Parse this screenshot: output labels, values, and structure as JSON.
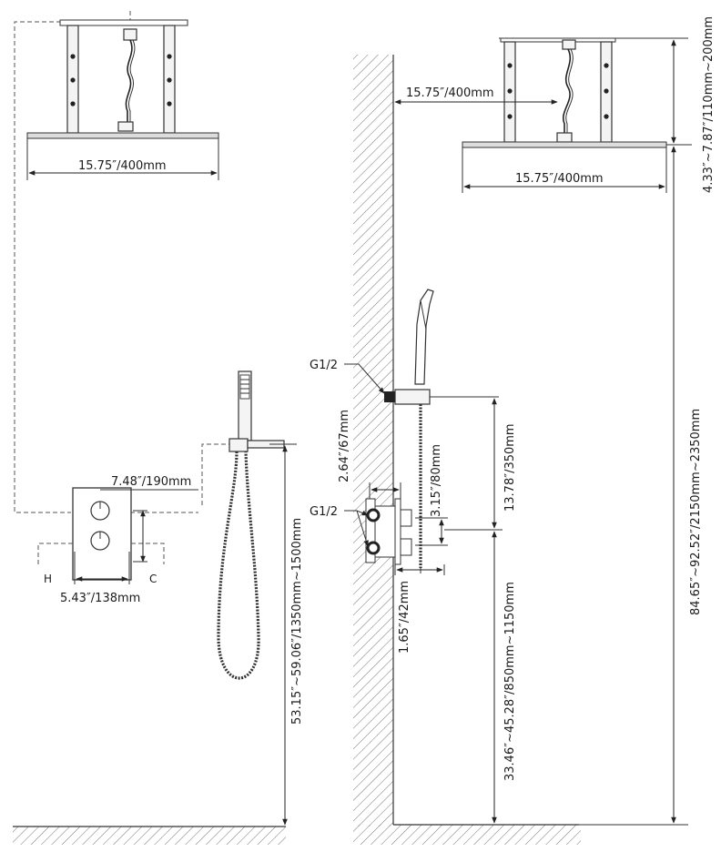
{
  "labels": {
    "left_head_width": "15.75″/400mm",
    "valve_width": "7.48″/190mm",
    "valve_spacing": "5.43″/138mm",
    "hot": "H",
    "cold": "C",
    "valve_height": "53.15″~59.06″/1350mm~1500mm",
    "right_arm_length": "15.75″/400mm",
    "right_head_width": "15.75″/400mm",
    "ceiling_drop": "4.33″~7.87″/110mm~200mm",
    "total_height": "84.65″~92.52″/2150mm~2350mm",
    "g_upper": "G1/2",
    "g_lower": "G1/2",
    "wall_outlet_depth": "2.64″/67mm",
    "outlet_to_valve": "13.78″/350mm",
    "inlet_spacing": "3.15″/80mm",
    "valve_depth": "1.65″/42mm",
    "valve_floor_height": "33.46″~45.28″/850mm~1150mm"
  }
}
